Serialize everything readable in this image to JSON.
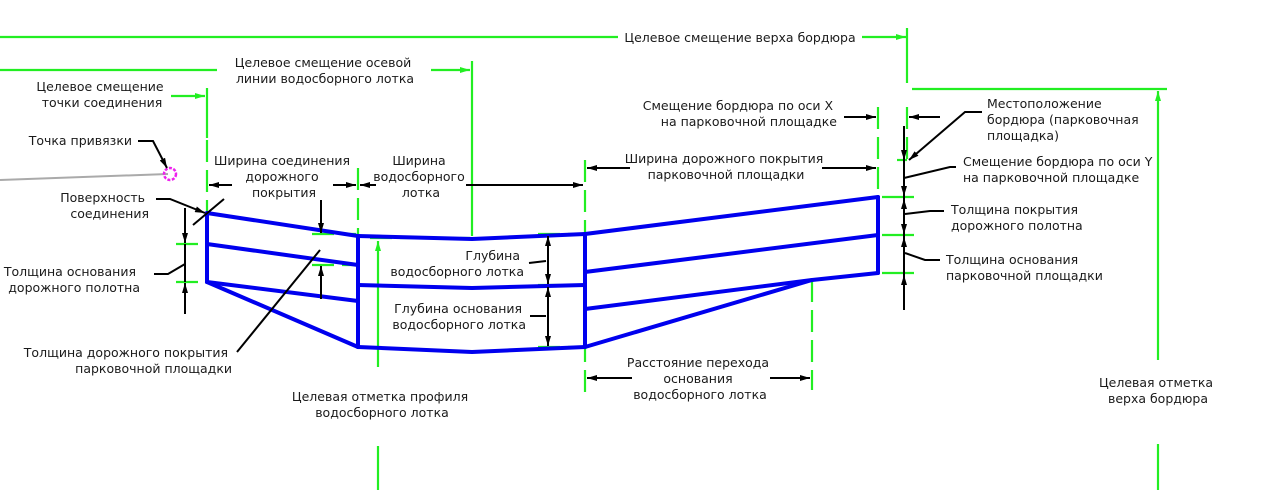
{
  "diagram": {
    "title": "Parking lot curb and gutter subassembly parameters",
    "colors": {
      "target_lines": "#22ee22",
      "geometry": "#0000ee",
      "annotations": "#000000",
      "insertion_marker": "#ee22ee",
      "text": "#1a1a1a"
    },
    "labels": {
      "curb_top_offset": "Целевое смещение верха бордюра",
      "gutter_centerline_offset": [
        "Целевое смещение осевой",
        "линии водосборного лотка"
      ],
      "tie_in_point_offset": [
        "Целевое смещение",
        "точки соединения"
      ],
      "insertion_point": "Точка привязки",
      "tie_in_surface": [
        "Поверхность",
        "соединения"
      ],
      "road_base_thickness": [
        "Толщина основания",
        "дорожного полотна"
      ],
      "tie_in_pave_width": [
        "Ширина соединения",
        "дорожного",
        "покрытия"
      ],
      "gutter_width": [
        "Ширина",
        "водосборного",
        "лотка"
      ],
      "parking_pave_width": [
        "Ширина дорожного покрытия",
        "парковочной площадки"
      ],
      "curb_x_offset": [
        "Смещение бордюра по оси X",
        "на парковочной площадке"
      ],
      "curb_location": [
        "Местоположение",
        "бордюра (парковочная",
        "площадка)"
      ],
      "curb_y_offset": [
        "Смещение бордюра по оси Y",
        "на парковочной площадке"
      ],
      "road_pave_thickness": [
        "Толщина покрытия",
        "дорожного полотна"
      ],
      "parking_base_thickness": [
        "Толщина основания",
        "парковочной площадки"
      ],
      "gutter_depth": [
        "Глубина",
        "водосборного лотка"
      ],
      "gutter_base_depth": [
        "Глубина основания",
        "водосборного лотка"
      ],
      "parking_pave_thickness": [
        "Толщина дорожного покрытия",
        "парковочной площадки"
      ],
      "gutter_profile_elevation": [
        "Целевая отметка профиля",
        "водосборного лотка"
      ],
      "gutter_base_transition": [
        "Расстояние перехода",
        "основания",
        "водосборного лотка"
      ],
      "curb_top_elevation": [
        "Целевая отметка",
        "верха бордюра"
      ]
    }
  }
}
